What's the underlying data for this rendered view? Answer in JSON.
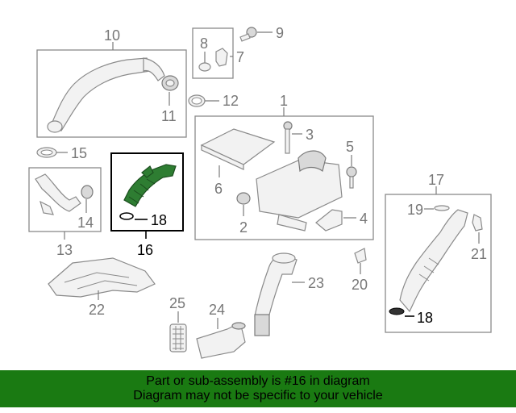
{
  "callouts": {
    "c1": "1",
    "c2": "2",
    "c3": "3",
    "c4": "4",
    "c5": "5",
    "c6": "6",
    "c7": "7",
    "c8": "8",
    "c9": "9",
    "c10": "10",
    "c11": "11",
    "c12": "12",
    "c13": "13",
    "c14": "14",
    "c15": "15",
    "c16": "16",
    "c17": "17",
    "c18a": "18",
    "c18b": "18",
    "c19": "19",
    "c20": "20",
    "c21": "21",
    "c22": "22",
    "c23": "23",
    "c24": "24",
    "c25": "25"
  },
  "highlight": {
    "part": "16",
    "color": "#2e7d32",
    "frame_color": "#000000"
  },
  "banner": {
    "line1": "Part or sub-assembly is #16 in diagram",
    "line2": "Diagram may not be specific to your vehicle",
    "background": "#1a7a12"
  }
}
